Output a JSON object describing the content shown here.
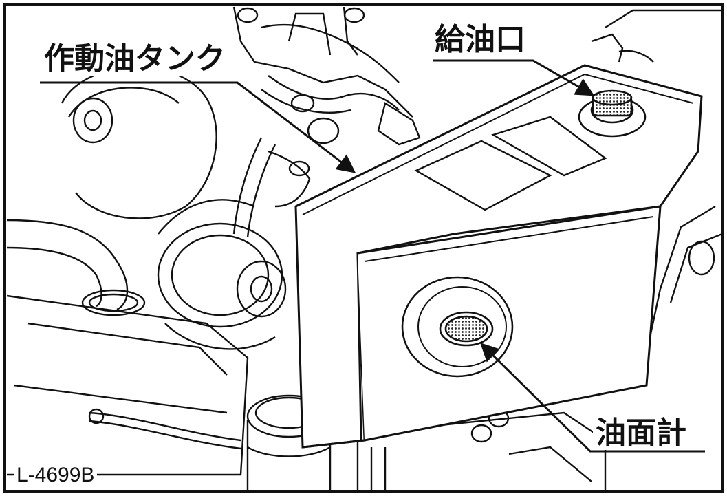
{
  "labels": {
    "hydraulic_tank": "作動油タンク",
    "oil_filler": "給油口",
    "oil_level_gauge": "油面計"
  },
  "figure_id": "L-4699B",
  "colors": {
    "ink": "#111111",
    "paper": "#ffffff",
    "screen": "#9a9a9a"
  }
}
